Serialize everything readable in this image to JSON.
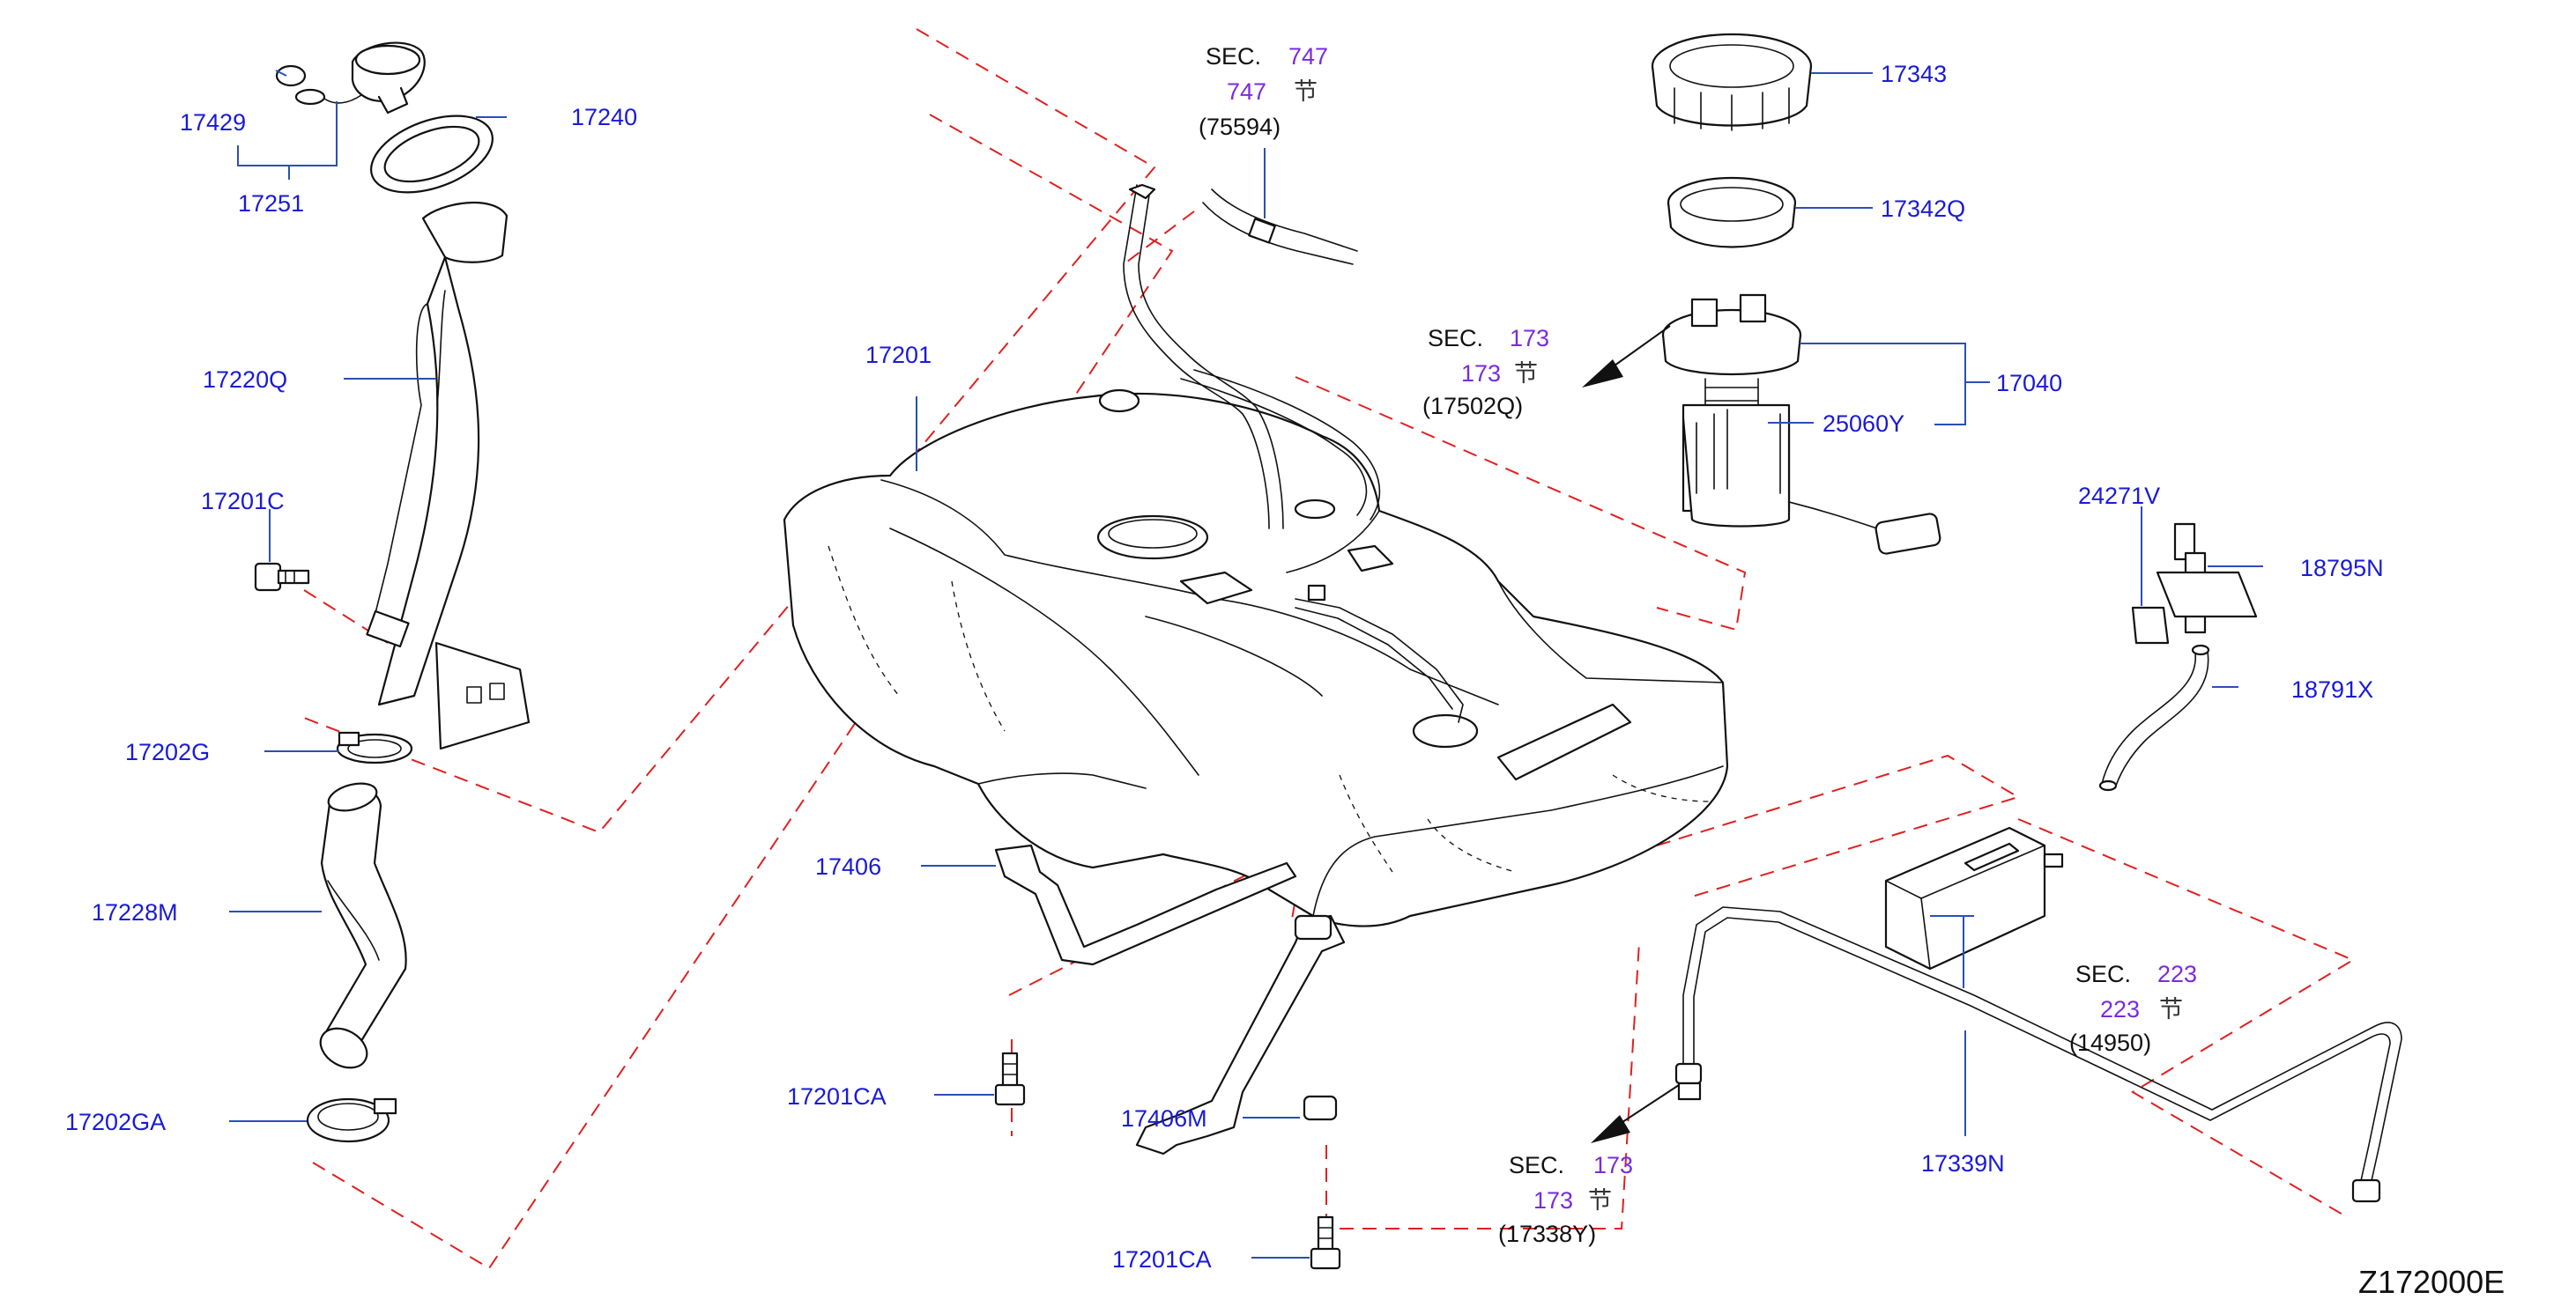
{
  "labels": {
    "p17429": "17429",
    "p17251": "17251",
    "p17240": "17240",
    "p17220q": "17220Q",
    "p17201c": "17201C",
    "p17202g": "17202G",
    "p17228m": "17228M",
    "p17202ga": "17202GA",
    "p17201": "17201",
    "p17406": "17406",
    "p17201ca_1": "17201CA",
    "p17406m": "17406M",
    "p17201ca_2": "17201CA",
    "p17343": "17343",
    "p17342q": "17342Q",
    "p17040": "17040",
    "p25060y": "25060Y",
    "p24271v": "24271V",
    "p18795n": "18795N",
    "p18791x": "18791X",
    "p17339n": "17339N"
  },
  "sections": {
    "sec747": {
      "word": "SEC.",
      "num": "747",
      "sub_num": "747",
      "sub_char": "节",
      "ref": "(75594)"
    },
    "sec173a": {
      "word": "SEC.",
      "num": "173",
      "sub_num": "173",
      "sub_char": "节",
      "ref": "(17502Q)"
    },
    "sec223": {
      "word": "SEC.",
      "num": "223",
      "sub_num": "223",
      "sub_char": "节",
      "ref": "(14950)"
    },
    "sec173b": {
      "word": "SEC.",
      "num": "173",
      "sub_num": "173",
      "sub_char": "节",
      "ref": "(17338Y)"
    }
  },
  "diagram_code": "Z172000E",
  "colors": {
    "part_label": "#1a1ad6",
    "section_number": "#7a2ae0",
    "leader_line": "#2a4fb8",
    "phantom_line": "#e02020",
    "drawing": "#111111"
  }
}
